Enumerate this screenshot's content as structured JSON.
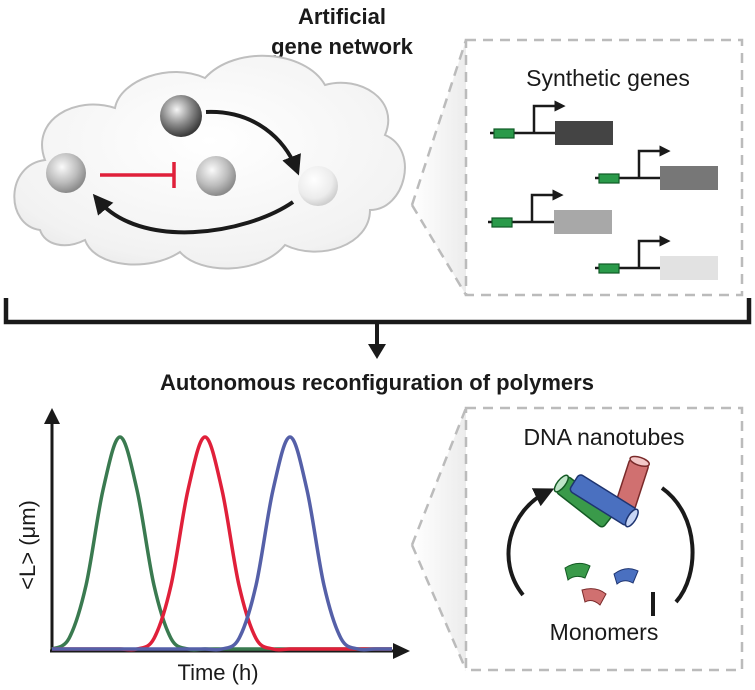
{
  "top": {
    "title_line1": "Artificial",
    "title_line2": "gene network",
    "panel_title": "Synthetic genes"
  },
  "bottom": {
    "title": "Autonomous reconfiguration of polymers",
    "panel_title": "DNA nanotubes",
    "panel_footer": "Monomers"
  },
  "chart_data": {
    "type": "line",
    "xlabel": "Time (h)",
    "ylabel": "<L> (μm)",
    "grid": false,
    "legend": "none",
    "x": [
      0,
      1,
      2,
      3,
      4,
      5,
      6,
      7,
      8,
      9,
      10,
      11,
      12,
      13,
      14,
      15,
      16,
      17,
      18,
      19,
      20
    ],
    "series": [
      {
        "color": "#3a7a50",
        "values": [
          0.0,
          0.05,
          0.3,
          0.75,
          1.0,
          0.75,
          0.3,
          0.05,
          0.0,
          0.0,
          0.0,
          0.0,
          0.0,
          0.0,
          0.0,
          0.0,
          0.0,
          0.0,
          0.0,
          0.0,
          0.0
        ]
      },
      {
        "color": "#e0203a",
        "values": [
          0.0,
          0.0,
          0.0,
          0.0,
          0.0,
          0.0,
          0.05,
          0.3,
          0.75,
          1.0,
          0.75,
          0.3,
          0.05,
          0.0,
          0.0,
          0.0,
          0.0,
          0.0,
          0.0,
          0.0,
          0.0
        ]
      },
      {
        "color": "#5560a8",
        "values": [
          0.0,
          0.0,
          0.0,
          0.0,
          0.0,
          0.0,
          0.0,
          0.0,
          0.0,
          0.0,
          0.0,
          0.05,
          0.3,
          0.75,
          1.0,
          0.75,
          0.3,
          0.05,
          0.0,
          0.0,
          0.0
        ]
      }
    ]
  },
  "colors": {
    "inhibition": "#e0203a",
    "promoter": "#2a9a4a",
    "nanotube_green": "#3a9a4a",
    "nanotube_blue": "#4a70c0",
    "nanotube_red": "#d07070",
    "panel_border": "#bbbbbb"
  }
}
